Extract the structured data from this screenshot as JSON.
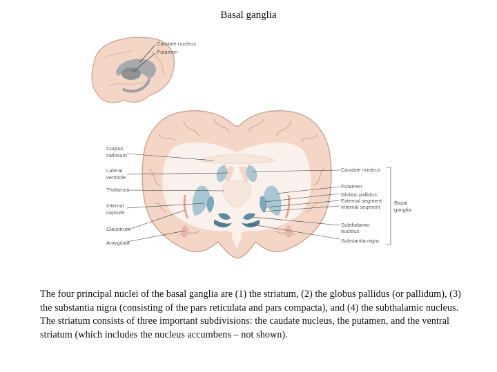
{
  "title": "Basal ganglia",
  "inset_labels": {
    "caudate": "Caudate nucleus",
    "putamen": "Putamen"
  },
  "left_labels": {
    "corpus_1": "Corpus",
    "corpus_2": "callosum",
    "lateral_1": "Lateral",
    "lateral_2": "ventricle",
    "thalamus": "Thalamus",
    "internal_1": "Internal",
    "internal_2": "capsule",
    "claustrum": "Claustrum",
    "amygdala": "Amygdala"
  },
  "right_labels": {
    "caudate": "Caudate nucleus",
    "putamen": "Putamen",
    "globus": "Globus pallidus:",
    "external": "External segment",
    "internal": "Internal segment",
    "subthalamic_1": "Subthalamic",
    "subthalamic_2": "nucleus",
    "nigra": "Substantia nigra",
    "basal_1": "Basal",
    "basal_2": "ganglia"
  },
  "caption": "The four principal nuclei of the basal ganglia are (1) the striatum, (2) the globus pallidus (or pallidum), (3) the substantia nigra (consisting of the pars reticulata and pars compacta), and (4) the subthalamic nucleus. The striatum consists of three important subdivisions: the caudate nucleus, the putamen, and the ventral striatum (which includes the nucleus accumbens – not shown).",
  "colors": {
    "brain_tissue": "#f3d6c6",
    "cortex_outline": "#caa190",
    "white_matter": "#fbf1ec",
    "nuclei_blue": "#a9c6d3",
    "nigra_dark": "#5f8c9e",
    "inset_gray": "#9aa1a6"
  }
}
